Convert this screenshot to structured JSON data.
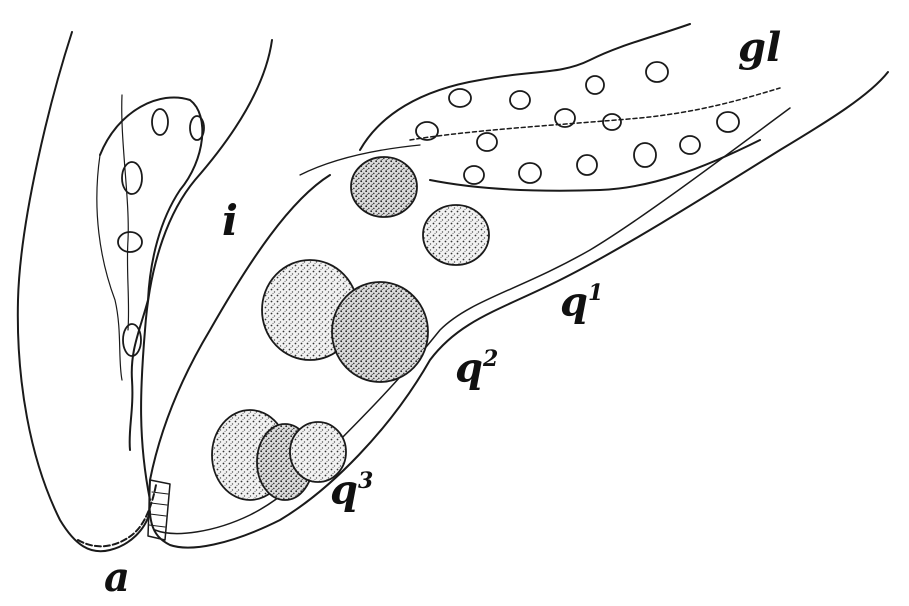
{
  "figure": {
    "labels": {
      "gl": "gl",
      "i": "i",
      "q1": "q",
      "q1_sup": "1",
      "q2": "q",
      "q2_sup": "2",
      "q3": "q",
      "q3_sup": "3",
      "a": "a"
    },
    "colors": {
      "ink": "#1a1a1a",
      "stipple": "#3a3a3a",
      "paper": "#ffffff"
    }
  }
}
